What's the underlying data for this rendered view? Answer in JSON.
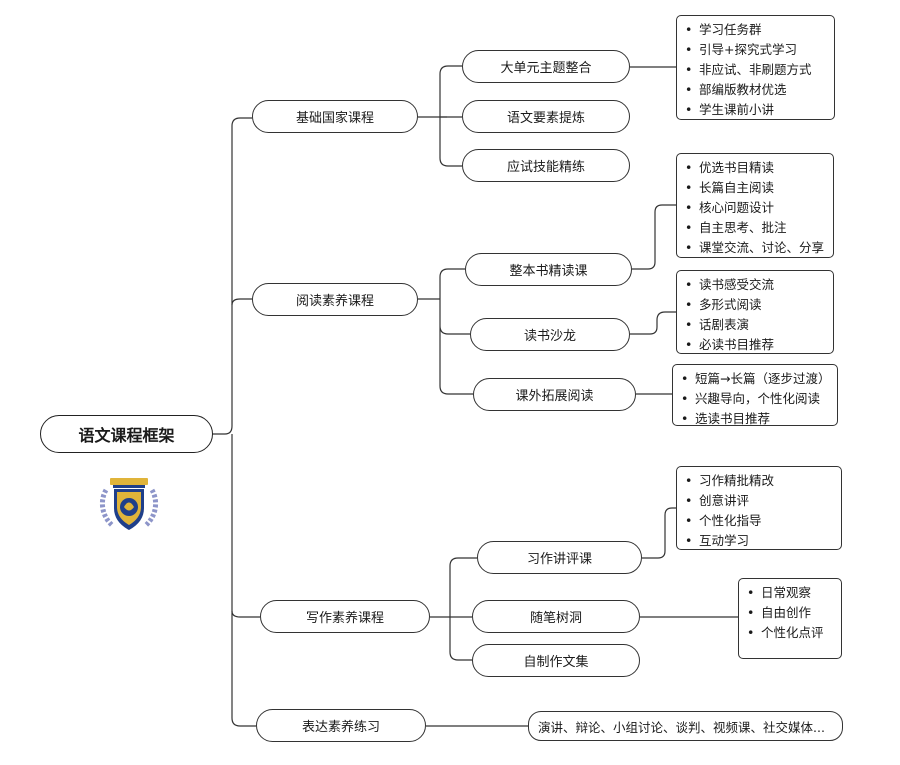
{
  "root": {
    "label": "语文课程框架"
  },
  "branches": [
    {
      "label": "基础国家课程",
      "children": [
        {
          "label": "大单元主题整合",
          "details": [
            "学习任务群",
            "引导+探究式学习",
            "非应试、非刷题方式",
            "部编版教材优选",
            "学生课前小讲"
          ]
        },
        {
          "label": "语文要素提炼"
        },
        {
          "label": "应试技能精练"
        }
      ]
    },
    {
      "label": "阅读素养课程",
      "children": [
        {
          "label": "整本书精读课",
          "details": [
            "优选书目精读",
            "长篇自主阅读",
            "核心问题设计",
            "自主思考、批注",
            "课堂交流、讨论、分享"
          ]
        },
        {
          "label": "读书沙龙",
          "details": [
            "读书感受交流",
            "多形式阅读",
            "话剧表演",
            "必读书目推荐"
          ]
        },
        {
          "label": "课外拓展阅读",
          "details": [
            "短篇→长篇（逐步过渡）",
            "兴趣导向，个性化阅读",
            "选读书目推荐"
          ]
        }
      ]
    },
    {
      "label": "写作素养课程",
      "children": [
        {
          "label": "习作讲评课",
          "details": [
            "习作精批精改",
            "创意讲评",
            "个性化指导",
            "互动学习"
          ]
        },
        {
          "label": "随笔树洞",
          "details": [
            "日常观察",
            "自由创作",
            "个性化点评"
          ]
        },
        {
          "label": "自制作文集"
        }
      ]
    },
    {
      "label": "表达素养练习",
      "summary": "演讲、辩论、小组讨论、谈判、视频课、社交媒体..."
    }
  ],
  "colors": {
    "line": "#333333",
    "logo_navy": "#1f3f8a",
    "logo_gold": "#e0b43a",
    "logo_laurel": "#8d95c9"
  }
}
